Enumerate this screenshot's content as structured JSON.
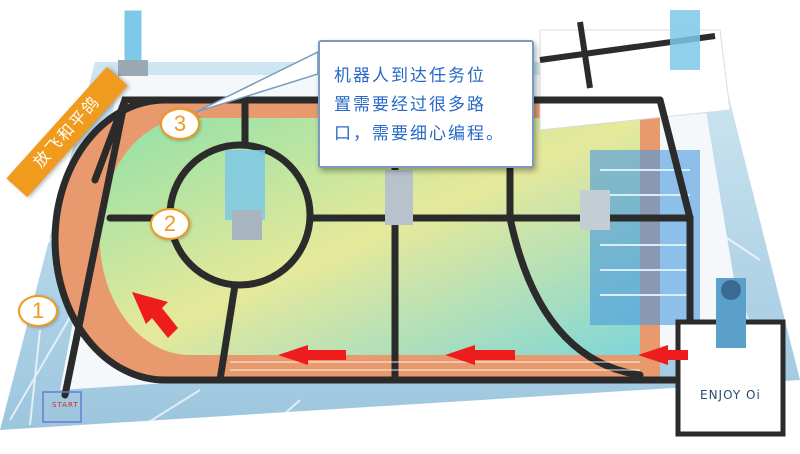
{
  "callout": {
    "line1": "机器人到达任务位",
    "line2": "置需要经过很多路",
    "line3": "口，需要细心编程。"
  },
  "banner_label": "放飞和平鸽",
  "markers": {
    "one": "1",
    "two": "2",
    "three": "3"
  },
  "brand_label": "ENJOY Oi",
  "start_tag": "START",
  "colors": {
    "track": "#e89a6e",
    "field_green": "#7ed8a0",
    "line": "#2b2b2b",
    "arrow": "#ee1c1c",
    "accent": "#f09a1e",
    "callout_text": "#2868c8"
  }
}
